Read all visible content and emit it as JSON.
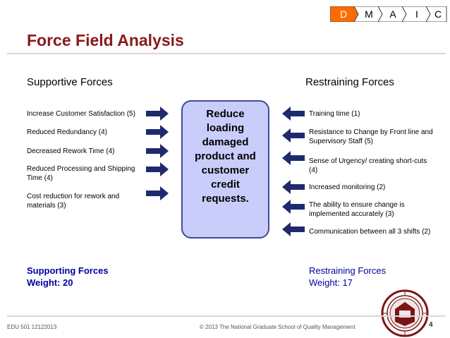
{
  "nav": {
    "steps": [
      {
        "label": "D",
        "active": true
      },
      {
        "label": "M",
        "active": false
      },
      {
        "label": "A",
        "active": false
      },
      {
        "label": "I",
        "active": false
      },
      {
        "label": "C",
        "active": false
      }
    ],
    "active_color": "#ff6a00"
  },
  "title": "Force Field Analysis",
  "supportive": {
    "heading": "Supportive Forces",
    "items": [
      "Increase Customer Satisfaction (5)",
      "Reduced Redundancy (4)",
      "Decreased Rework Time (4)",
      "Reduced Processing and Shipping Time (4)",
      "Cost reduction for rework and materials (3)"
    ]
  },
  "restraining": {
    "heading": "Restraining Forces",
    "items": [
      "Training time (1)",
      "Resistance to Change by Front line and Supervisory Staff (5)",
      "Sense of Urgency/ creating short-cuts (4)",
      "Increased monitoring (2)",
      "The ability to ensure change is implemented accurately (3)",
      "Communication between all 3 shifts (2)"
    ]
  },
  "goal": {
    "lines": [
      "Reduce",
      "loading",
      "damaged",
      "product and",
      "customer",
      "credit",
      "requests."
    ]
  },
  "summary": {
    "supporting_label": "Supporting Forces",
    "supporting_weight": "Weight: 20",
    "restraining_label": "Restraining Forces",
    "restraining_weight": "Weight: 17"
  },
  "footer": {
    "left": "EDU 501 12122013",
    "center": "© 2013 The National Graduate School of Quality Management",
    "page": "4"
  },
  "colors": {
    "title": "#8b1a1a",
    "summary": "#0000a0",
    "goal_fill": "#c9cdfa",
    "goal_border": "#3f4a9b",
    "arrow": "#1f2a6e"
  },
  "icons": {
    "seal": "school-seal-icon",
    "arrow_right": "arrow-right-icon",
    "arrow_left": "arrow-left-icon"
  }
}
